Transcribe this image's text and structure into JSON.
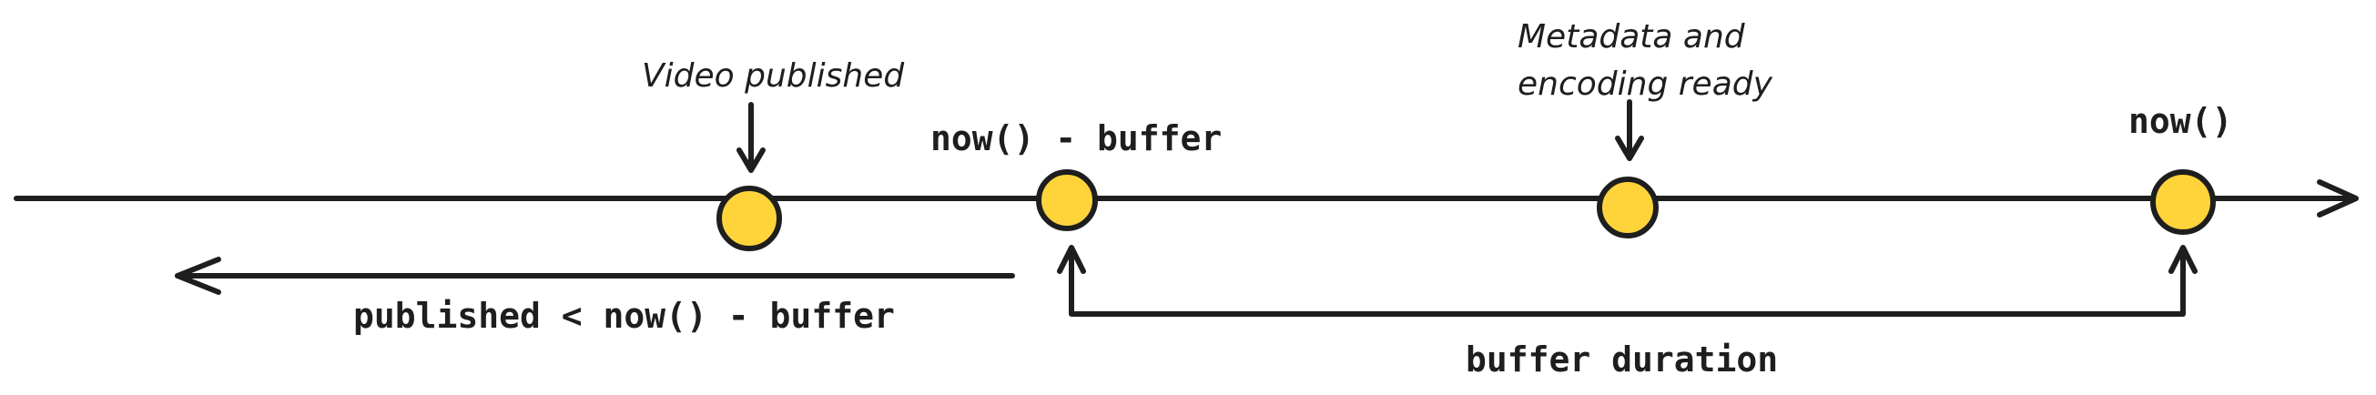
{
  "labels": {
    "video_published": "Video published",
    "metadata_line1": "Metadata and",
    "metadata_line2": "encoding ready",
    "now_minus_buffer": "now() - buffer",
    "now": "now()",
    "published_condition": "published < now() - buffer",
    "buffer_duration": "buffer duration"
  },
  "colors": {
    "stroke": "#1e1e1e",
    "marker_fill": "#ffd43b",
    "background": "#ffffff"
  },
  "icons": {
    "arrowhead": "arrowhead-icon",
    "marker": "circle-marker"
  }
}
